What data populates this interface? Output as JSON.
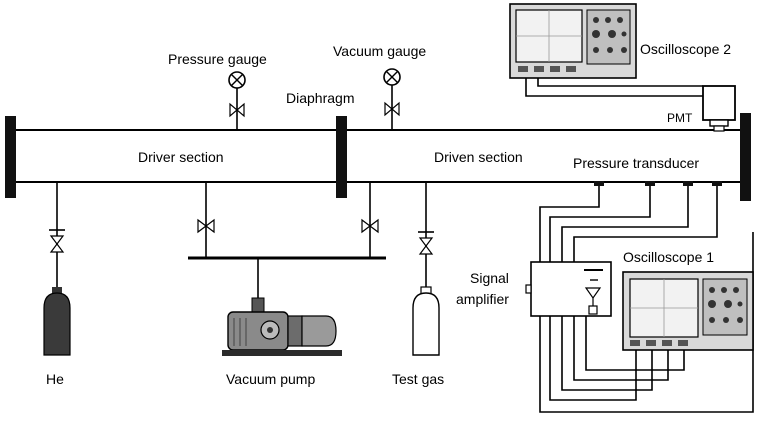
{
  "labels": {
    "pressure_gauge": "Pressure gauge",
    "vacuum_gauge": "Vacuum gauge",
    "diaphragm": "Diaphragm",
    "driver_section": "Driver section",
    "driven_section": "Driven section",
    "pressure_transducer": "Pressure transducer",
    "pmt": "PMT",
    "oscilloscope_1": "Oscilloscope 1",
    "oscilloscope_2": "Oscilloscope 2",
    "signal_line1": "Signal",
    "signal_line2": "amplifier",
    "he": "He",
    "vacuum_pump": "Vacuum pump",
    "test_gas": "Test gas"
  }
}
